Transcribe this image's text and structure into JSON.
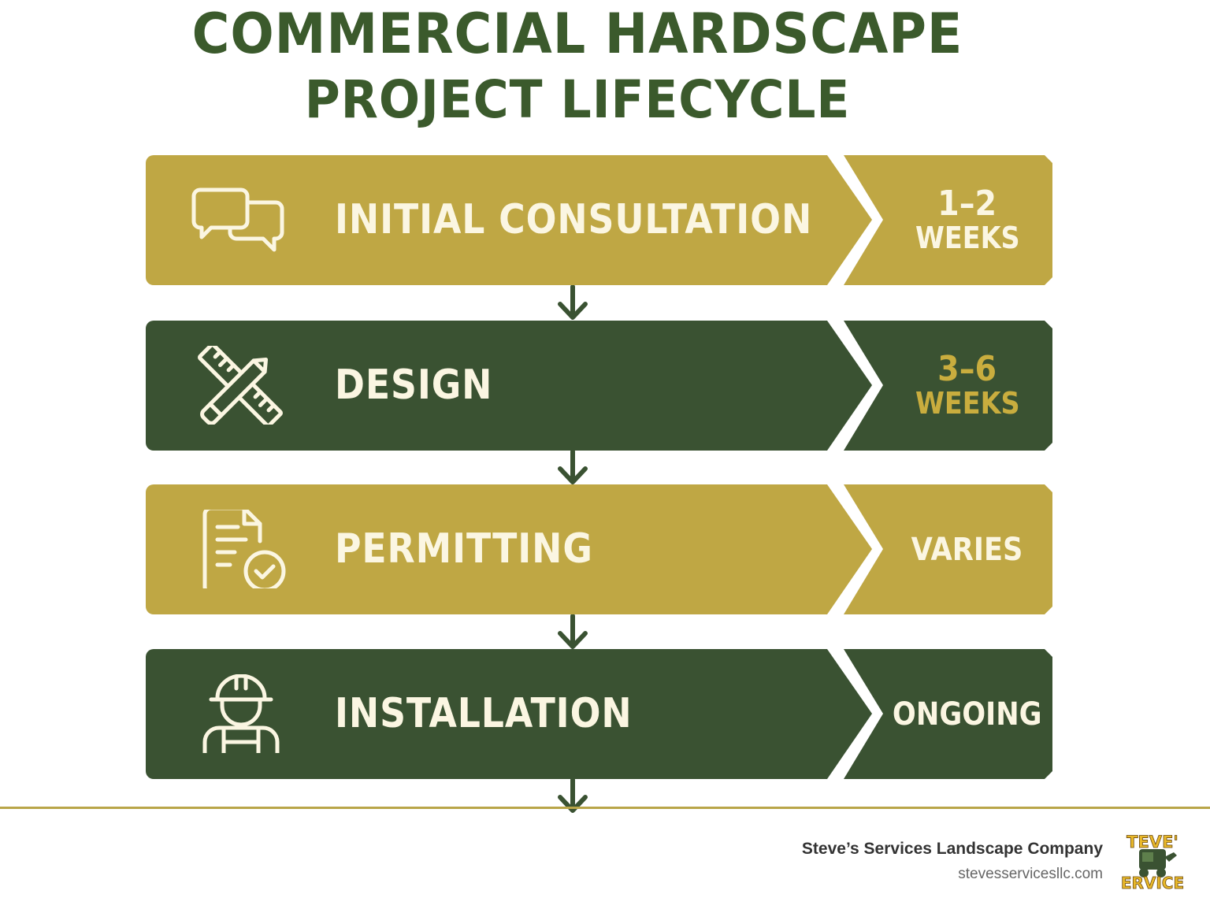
{
  "title": {
    "line1": "COMMERCIAL HARDSCAPE",
    "line2": "PROJECT LIFECYCLE"
  },
  "colors": {
    "title": "#3b5a2c",
    "gold": "#bfa744",
    "green": "#3a5232",
    "text_light": "#fbf6e2",
    "accent_gold_text": "#c9ad3e",
    "divider": "#b9a548"
  },
  "stages": [
    {
      "label": "INITIAL CONSULTATION",
      "icon": "chat-bubbles-icon",
      "duration_num": "1–2",
      "duration_unit": "WEEKS",
      "style": "gold"
    },
    {
      "label": "DESIGN",
      "icon": "pencil-ruler-icon",
      "duration_num": "3–6",
      "duration_unit": "WEEKS",
      "style": "green"
    },
    {
      "label": "PERMITTING",
      "icon": "document-check-icon",
      "duration": "VARIES",
      "style": "gold"
    },
    {
      "label": "INSTALLATION",
      "icon": "construction-worker-icon",
      "duration": "ONGOING",
      "style": "green"
    }
  ],
  "footer": {
    "company": "Steve’s Services Landscape Company",
    "website": "stevesservicesllc.com",
    "logo_text_top": "TEVE'",
    "logo_text_bottom": "ERVICE"
  }
}
